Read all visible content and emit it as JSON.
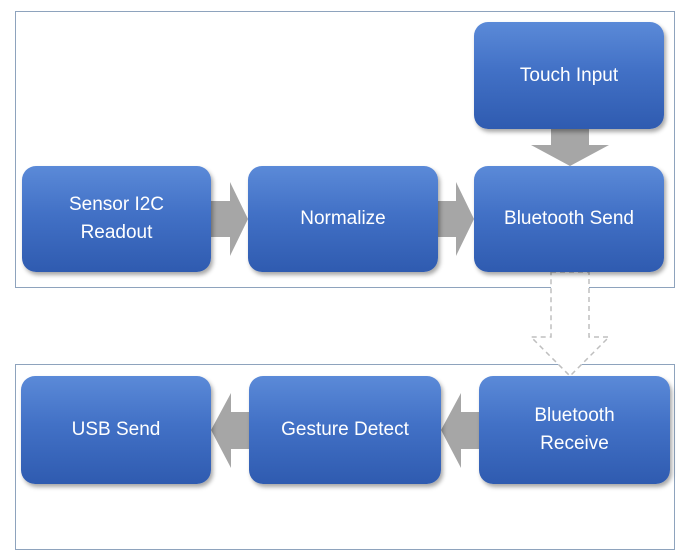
{
  "diagram": {
    "sender_group": {
      "blocks": {
        "sensor_readout": {
          "line1": "Sensor I2C",
          "line2": "Readout"
        },
        "normalize": {
          "label": "Normalize"
        },
        "bluetooth_send": {
          "label": "Bluetooth Send"
        },
        "touch_input": {
          "label": "Touch Input"
        }
      }
    },
    "receiver_group": {
      "blocks": {
        "bluetooth_receive": {
          "line1": "Bluetooth",
          "line2": "Receive"
        },
        "gesture_detect": {
          "label": "Gesture Detect"
        },
        "usb_send": {
          "label": "USB Send"
        }
      }
    },
    "colors": {
      "block_fill_top": "#5b8ad8",
      "block_fill_bottom": "#2f5bb0",
      "block_text": "#ffffff",
      "arrow_fill": "#a6a6a6",
      "frame_border": "#8ea3bd",
      "wireless_arrow_outline": "#bfbfbf"
    }
  }
}
